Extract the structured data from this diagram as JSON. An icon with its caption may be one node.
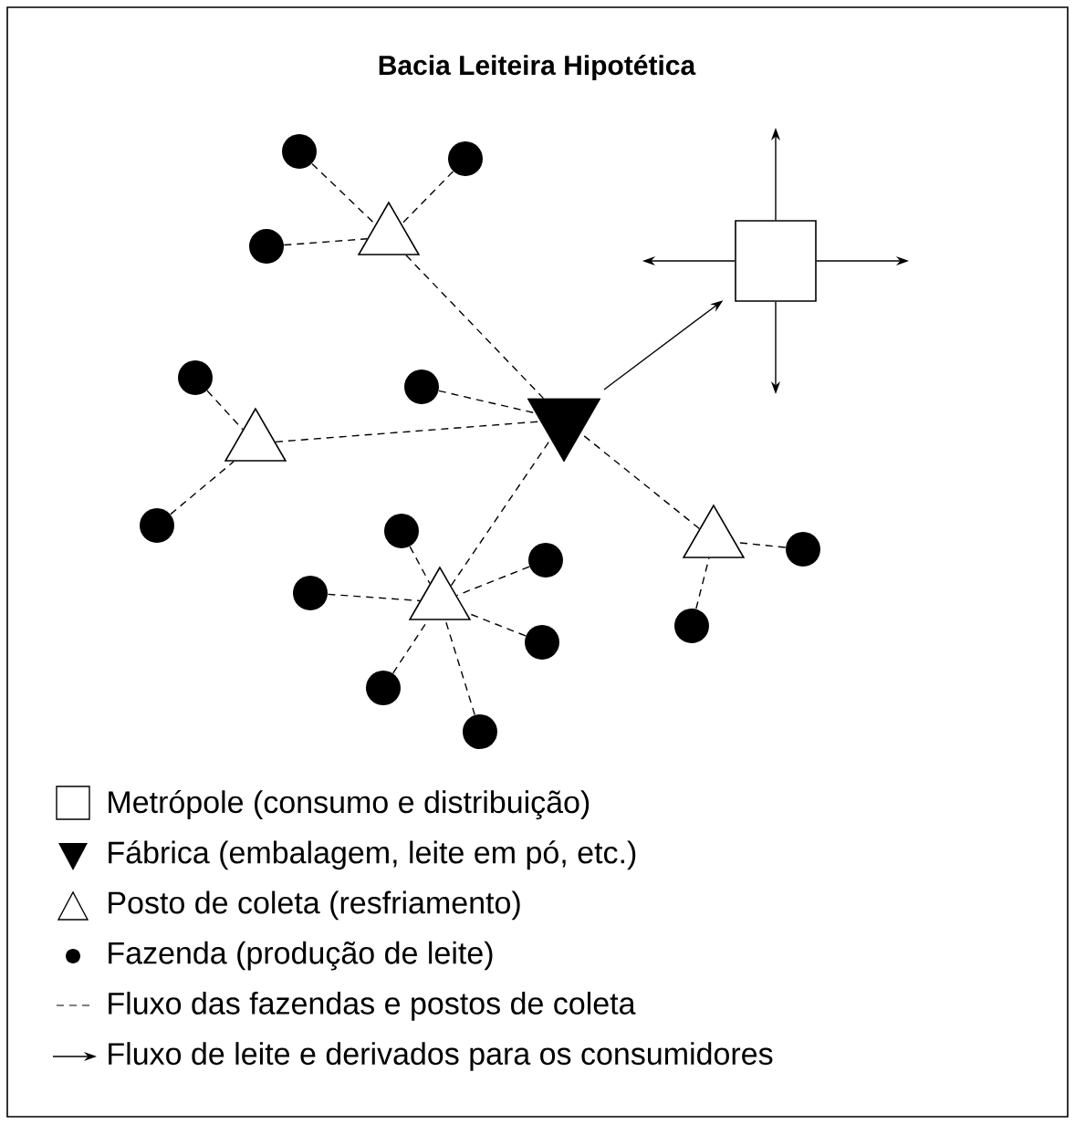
{
  "diagram": {
    "title": "Bacia Leiteira Hipotética",
    "nodes": [
      {
        "text": [],
        "shape": "inverted-triangle"
      },
      {
        "text": [],
        "shape": "box"
      },
      {
        "text": [],
        "shape": "triangle"
      },
      {
        "text": [],
        "shape": "triangle"
      },
      {
        "text": [],
        "shape": "triangle"
      },
      {
        "text": [],
        "shape": "triangle"
      },
      {
        "text": [],
        "shape": "circle"
      },
      {
        "text": [],
        "shape": "circle"
      },
      {
        "text": [],
        "shape": "circle"
      },
      {
        "text": [],
        "shape": "circle"
      },
      {
        "text": [],
        "shape": "circle"
      },
      {
        "text": [],
        "shape": "circle"
      },
      {
        "text": [],
        "shape": "circle"
      },
      {
        "text": [],
        "shape": "circle"
      },
      {
        "text": [],
        "shape": "circle"
      },
      {
        "text": [],
        "shape": "circle"
      },
      {
        "text": [],
        "shape": "circle"
      },
      {
        "text": [],
        "shape": "circle"
      },
      {
        "text": [],
        "shape": "circle"
      },
      {
        "text": [],
        "shape": "circle"
      }
    ],
    "edges": [
      {
        "from": 6,
        "to": 2,
        "arrow": "none",
        "style": "dashed"
      },
      {
        "from": 7,
        "to": 2,
        "arrow": "none",
        "style": "dashed"
      },
      {
        "from": 8,
        "to": 2,
        "arrow": "none",
        "style": "dashed"
      },
      {
        "from": 9,
        "to": 3,
        "arrow": "none",
        "style": "dashed"
      },
      {
        "from": 10,
        "to": 3,
        "arrow": "none",
        "style": "dashed"
      },
      {
        "from": 11,
        "to": 0,
        "arrow": "none",
        "style": "dashed"
      },
      {
        "from": 12,
        "to": 4,
        "arrow": "none",
        "style": "dashed"
      },
      {
        "from": 13,
        "to": 4,
        "arrow": "none",
        "style": "dashed"
      },
      {
        "from": 14,
        "to": 5,
        "arrow": "none",
        "style": "dashed"
      },
      {
        "from": 15,
        "to": 5,
        "arrow": "none",
        "style": "dashed"
      },
      {
        "from": 16,
        "to": 5,
        "arrow": "none",
        "style": "dashed"
      },
      {
        "from": 17,
        "to": 5,
        "arrow": "none",
        "style": "dashed"
      },
      {
        "from": 18,
        "to": 5,
        "arrow": "none",
        "style": "dashed"
      },
      {
        "from": 19,
        "to": 5,
        "arrow": "none",
        "style": "dashed"
      },
      {
        "from": 2,
        "to": 0,
        "arrow": "none",
        "style": "dashed"
      },
      {
        "from": 3,
        "to": 0,
        "arrow": "none",
        "style": "dashed"
      },
      {
        "from": 4,
        "to": 0,
        "arrow": "none",
        "style": "dashed"
      },
      {
        "from": 5,
        "to": 0,
        "arrow": "none",
        "style": "dashed"
      },
      {
        "from": 0,
        "to": 1,
        "arrow": "to"
      },
      {
        "from": 1,
        "to": null,
        "arrow": "to"
      },
      {
        "from": 1,
        "to": null,
        "arrow": "to"
      },
      {
        "from": 1,
        "to": null,
        "arrow": "to"
      },
      {
        "from": 1,
        "to": null,
        "arrow": "to"
      }
    ],
    "legend": [
      {
        "text": "Metrópole (consumo e distribuição)"
      },
      {
        "text": "Fábrica (embalagem, leite em pó, etc.)"
      },
      {
        "text": "Posto de coleta (resfriamento)"
      },
      {
        "text": "Fazenda (produção de leite)"
      },
      {
        "text": "Fluxo das fazendas e postos de coleta"
      },
      {
        "text": "Fluxo de leite e derivados para os consumidores"
      }
    ]
  }
}
